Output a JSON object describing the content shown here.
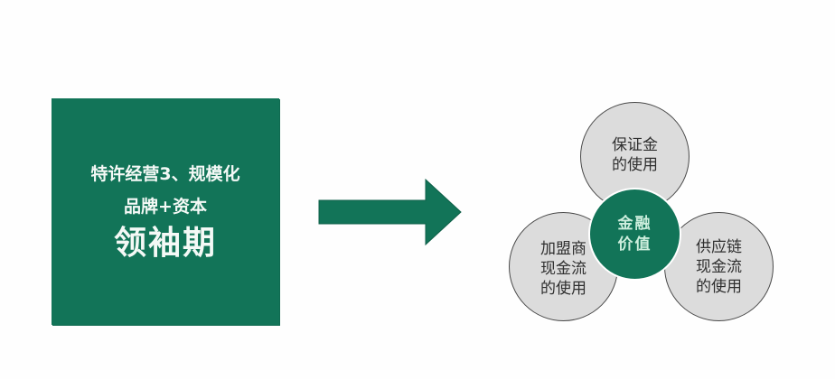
{
  "stage": {
    "line1": "特许经营3、规模化",
    "line2": "品牌+资本",
    "line3": "领袖期"
  },
  "arrow": {
    "direction": "right",
    "color": "#127458"
  },
  "finance_diagram": {
    "core": {
      "lines": [
        "金融",
        "价值"
      ]
    },
    "bubbles": [
      {
        "position": "top",
        "lines": [
          "保证金",
          "的使用"
        ]
      },
      {
        "position": "left",
        "lines": [
          "加盟商",
          "现金流",
          "的使用"
        ]
      },
      {
        "position": "right",
        "lines": [
          "供应链",
          "现金流",
          "的使用"
        ]
      }
    ]
  },
  "colors": {
    "brand_green": "#127458",
    "bubble_fill": "#dcdcdc",
    "bubble_border": "#4a4a4a",
    "core_text": "#cdeedd"
  }
}
